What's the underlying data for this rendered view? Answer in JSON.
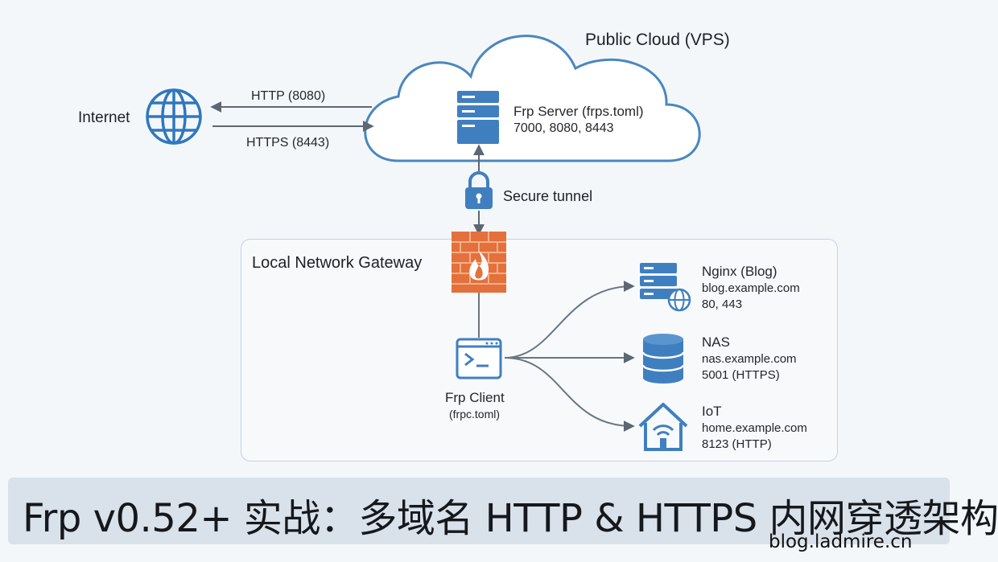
{
  "cloud": {
    "title": "Public Cloud (VPS)"
  },
  "internet": {
    "label": "Internet"
  },
  "links": {
    "http": "HTTP (8080)",
    "https": "HTTPS (8443)"
  },
  "frp_server": {
    "name": "Frp Server (frps.toml)",
    "ports": "7000, 8080, 8443"
  },
  "tunnel": {
    "label": "Secure tunnel"
  },
  "gateway": {
    "title": "Local Network Gateway"
  },
  "frp_client": {
    "name": "Frp Client",
    "config": "(frpc.toml)"
  },
  "services": [
    {
      "name": "Nginx (Blog)",
      "domain": "blog.example.com",
      "ports": "80, 443"
    },
    {
      "name": "NAS",
      "domain": "nas.example.com",
      "ports": "5001 (HTTPS)"
    },
    {
      "name": "IoT",
      "domain": "home.example.com",
      "ports": "8123 (HTTP)"
    }
  ],
  "banner": {
    "title": "Frp v0.52+ 实战：多域名 HTTP & HTTPS 内网穿透架构"
  },
  "watermark": {
    "url": "blog.ladmire.cn"
  },
  "colors": {
    "accent": "#3f7fc0",
    "cloud_stroke": "#4a87bf",
    "firewall": "#e4703c",
    "line": "#6b7580"
  }
}
